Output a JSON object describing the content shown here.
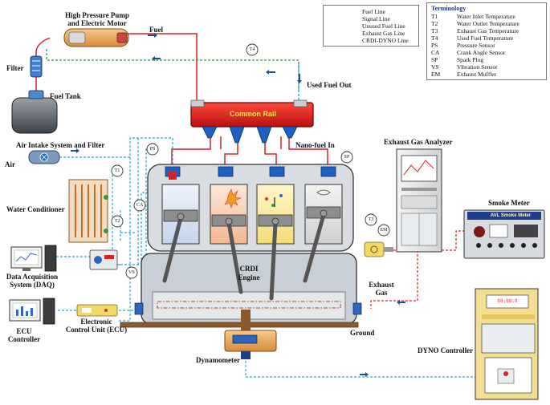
{
  "labels": {
    "pump": [
      "High Pressure Pump",
      "and Electric Motor"
    ],
    "fuel": "Fuel",
    "filter": "Filter",
    "fuel_tank": "Fuel Tank",
    "used_fuel_out": "Used Fuel Out",
    "common_rail": "Common Rail",
    "nano_fuel_in": "Nano-fuel In",
    "air_intake": "Air Intake System and Filter",
    "air": "Air",
    "water_conditioner": "Water Conditioner",
    "daq": [
      "Data Acquisition",
      "System (DAQ)"
    ],
    "ecu_controller": [
      "ECU",
      "Controller"
    ],
    "ecu": [
      "Electronic",
      "Control Unit (ECU)"
    ],
    "engine": [
      "CRDI",
      "Engine"
    ],
    "ground": "Ground",
    "dynamometer": "Dynamometer",
    "exhaust_gas_analyzer": "Exhaust Gas Analyzer",
    "smoke_meter": "Smoke Meter",
    "smoke_meter_screen": "AVL Smoke Meter",
    "exhaust_gas": [
      "Exhaust",
      "Gas"
    ],
    "dyno_controller": "DYNO Controller",
    "dyno_display": "88:88:8"
  },
  "tags": {
    "t1": "T1",
    "t2": "T2",
    "t3": "T3",
    "t4": "T4",
    "ps": "PS",
    "ca": "CA",
    "sp": "SP",
    "vs": "VS",
    "em": "EM"
  },
  "legend": [
    {
      "label": "Fuel Line",
      "color": "#d62222",
      "dash": "",
      "width": 1.4
    },
    {
      "label": "Signal Line",
      "color": "#2aa6d6",
      "dash": "3 2",
      "width": 1.2
    },
    {
      "label": "Unused Fuel Line",
      "color": "#2f9a3a",
      "dash": "3 2",
      "width": 1.2
    },
    {
      "label": "Exhaust Gas Line",
      "color": "#d62222",
      "dash": "3 2",
      "width": 1.2
    },
    {
      "label": "CRDI-DYNO Line",
      "color": "#b5452a",
      "dash": "6 2 1.5 2",
      "width": 1.2
    }
  ],
  "terminology": {
    "title": "Terminology",
    "rows": [
      {
        "abbr": "T1",
        "desc": "Water Inlet Temperature"
      },
      {
        "abbr": "T2",
        "desc": "Water Outlet Temperature"
      },
      {
        "abbr": "T3",
        "desc": "Exhaust Gas Temperature"
      },
      {
        "abbr": "T4",
        "desc": "Used Fuel Temperature"
      },
      {
        "abbr": "PS",
        "desc": "Pressure Sensor"
      },
      {
        "abbr": "CA",
        "desc": "Crank Angle Sensor"
      },
      {
        "abbr": "SP",
        "desc": "Spark Plug"
      },
      {
        "abbr": "VS",
        "desc": "Vibration Sensor"
      },
      {
        "abbr": "EM",
        "desc": "Exhaust Muffler"
      }
    ]
  },
  "colors": {
    "fuel_line": "#d62222",
    "signal_line": "#2aa6d6",
    "unused_fuel_line": "#2f9a3a",
    "crdi_dyno_line": "#b5452a",
    "common_rail": "#e01818",
    "injector": "#1f5fbf",
    "engine_block": "#c9cfd6",
    "ground": "#8b5a2b"
  }
}
